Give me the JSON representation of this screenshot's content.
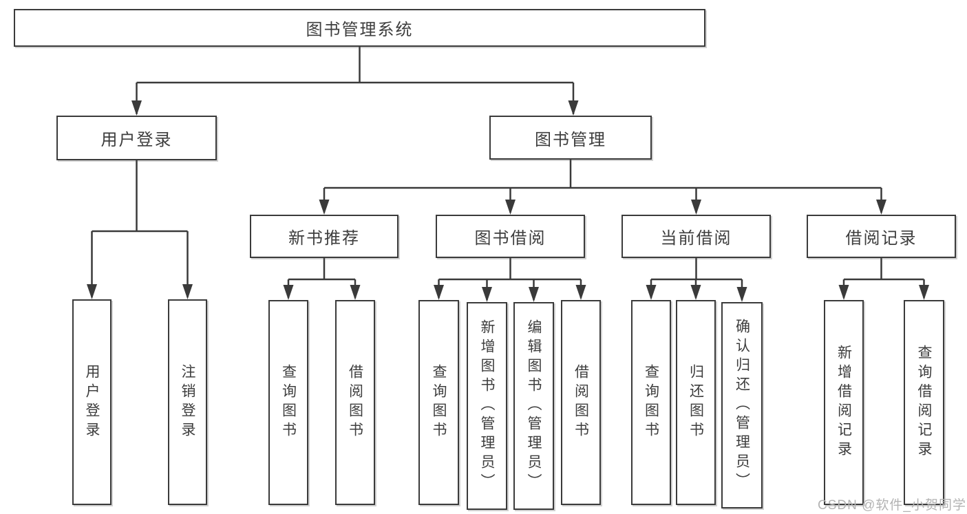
{
  "diagram": {
    "type": "hierarchy-tree",
    "tree": {
      "label": "图书管理系统",
      "children": [
        {
          "label": "用户登录",
          "children": [
            {
              "label": "用户登录"
            },
            {
              "label": "注销登录"
            }
          ]
        },
        {
          "label": "图书管理",
          "children": [
            {
              "label": "新书推荐",
              "children": [
                {
                  "label": "查询图书"
                },
                {
                  "label": "借阅图书"
                }
              ]
            },
            {
              "label": "图书借阅",
              "children": [
                {
                  "label": "查询图书"
                },
                {
                  "label": "新增图书（管理员）"
                },
                {
                  "label": "编辑图书（管理员）"
                },
                {
                  "label": "借阅图书"
                }
              ]
            },
            {
              "label": "当前借阅",
              "children": [
                {
                  "label": "查询图书"
                },
                {
                  "label": "归还图书"
                },
                {
                  "label": "确认归还（管理员）"
                }
              ]
            },
            {
              "label": "借阅记录",
              "children": [
                {
                  "label": "新增借阅记录"
                },
                {
                  "label": "查询借阅记录"
                }
              ]
            }
          ]
        }
      ]
    },
    "watermark": "CSDN @软件_小贺同学",
    "colors": {
      "line": "#3a3a3a",
      "text": "#3d3d3d",
      "box_fill": "#ffffff",
      "background": "#ffffff",
      "watermark": "#b3b3b3"
    }
  }
}
